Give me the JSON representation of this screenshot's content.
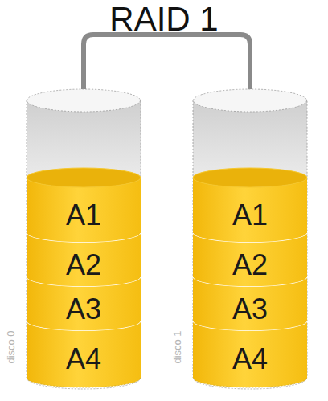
{
  "diagram": {
    "title": "RAID 1",
    "nodes": [
      {
        "text": [
          "disco 0"
        ]
      },
      {
        "text": [
          "A1"
        ],
        "in": 0
      },
      {
        "text": [
          "A2"
        ],
        "in": 0
      },
      {
        "text": [
          "A3"
        ],
        "in": 0
      },
      {
        "text": [
          "A4"
        ],
        "in": 0
      },
      {
        "text": [
          "disco 1"
        ]
      },
      {
        "text": [
          "A1"
        ],
        "in": 5
      },
      {
        "text": [
          "A2"
        ],
        "in": 5
      },
      {
        "text": [
          "A3"
        ],
        "in": 5
      },
      {
        "text": [
          "A4"
        ],
        "in": 5
      }
    ],
    "edges": [
      {
        "from": 0,
        "to": 5,
        "arrow": "none"
      }
    ]
  }
}
